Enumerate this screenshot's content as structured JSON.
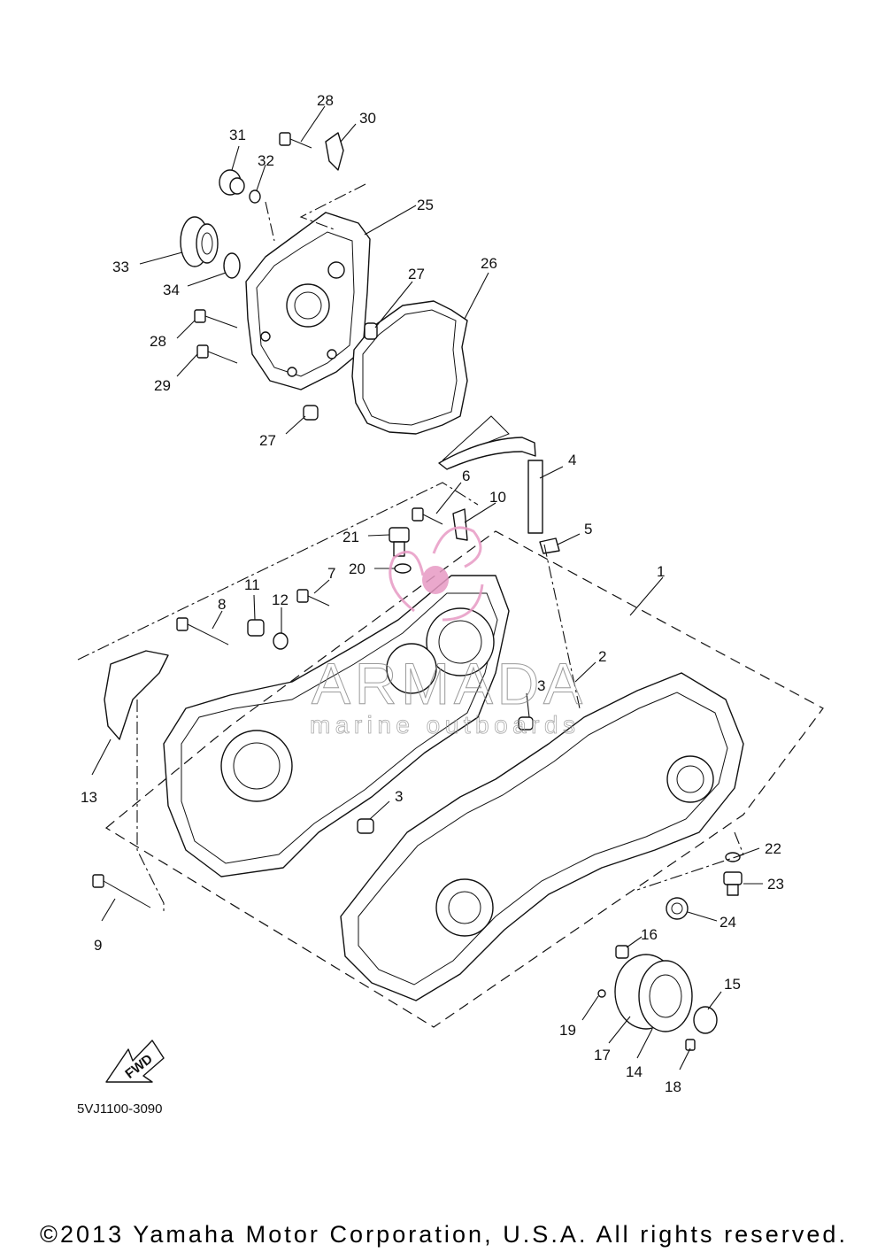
{
  "diagram": {
    "callouts": [
      {
        "id": "1",
        "text": "1"
      },
      {
        "id": "2",
        "text": "2"
      },
      {
        "id": "3a",
        "text": "3"
      },
      {
        "id": "3b",
        "text": "3"
      },
      {
        "id": "4",
        "text": "4"
      },
      {
        "id": "5",
        "text": "5"
      },
      {
        "id": "6",
        "text": "6"
      },
      {
        "id": "7",
        "text": "7"
      },
      {
        "id": "8",
        "text": "8"
      },
      {
        "id": "9",
        "text": "9"
      },
      {
        "id": "10",
        "text": "10"
      },
      {
        "id": "11",
        "text": "11"
      },
      {
        "id": "12",
        "text": "12"
      },
      {
        "id": "13",
        "text": "13"
      },
      {
        "id": "14",
        "text": "14"
      },
      {
        "id": "15",
        "text": "15"
      },
      {
        "id": "16",
        "text": "16"
      },
      {
        "id": "17",
        "text": "17"
      },
      {
        "id": "18",
        "text": "18"
      },
      {
        "id": "19",
        "text": "19"
      },
      {
        "id": "20",
        "text": "20"
      },
      {
        "id": "21",
        "text": "21"
      },
      {
        "id": "22",
        "text": "22"
      },
      {
        "id": "23",
        "text": "23"
      },
      {
        "id": "24",
        "text": "24"
      },
      {
        "id": "25",
        "text": "25"
      },
      {
        "id": "26",
        "text": "26"
      },
      {
        "id": "27a",
        "text": "27"
      },
      {
        "id": "27b",
        "text": "27"
      },
      {
        "id": "28a",
        "text": "28"
      },
      {
        "id": "28b",
        "text": "28"
      },
      {
        "id": "29",
        "text": "29"
      },
      {
        "id": "30",
        "text": "30"
      },
      {
        "id": "31",
        "text": "31"
      },
      {
        "id": "32",
        "text": "32"
      },
      {
        "id": "33",
        "text": "33"
      },
      {
        "id": "34",
        "text": "34"
      }
    ],
    "fwd_label": "FWD",
    "diagram_code": "5VJ1100-3090",
    "watermark": {
      "brand": "ARMADA",
      "tagline": "marine outboards",
      "color": "#e79ac4"
    },
    "copyright": "©2013 Yamaha Motor Corporation, U.S.A. All rights reserved."
  }
}
